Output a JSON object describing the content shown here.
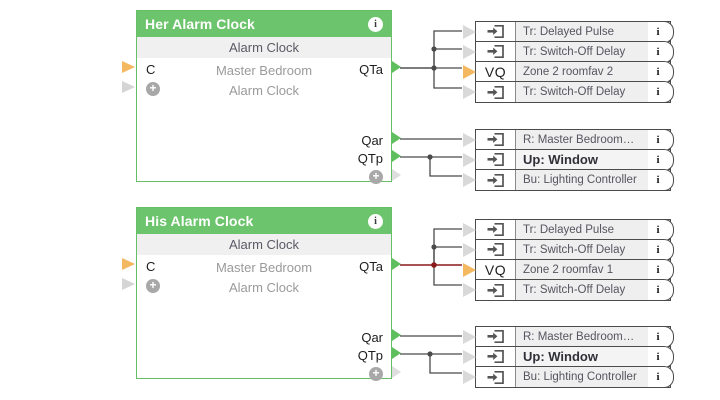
{
  "theme": {
    "header_green": "#6cc46a",
    "block_border_green": "#66c166",
    "output_green": "#5fbf5f",
    "input_orange": "#f4b860",
    "wire_gray": "#4a4a4a",
    "wire_highlight": "#8b1a1a",
    "label_gray": "#9a9a9a",
    "node_label_gray": "#55555f",
    "page_background": "#ffffff"
  },
  "blocks": [
    {
      "title": "Her Alarm Clock",
      "info_glyph": "i",
      "subtitle": "Alarm Clock",
      "desc_line1": "Master Bedroom",
      "desc_line2": "Alarm Clock",
      "input_label": "C",
      "add_glyph": "+",
      "outputs": [
        "QTa",
        "Qar",
        "QTp"
      ],
      "output_add_glyph": "+"
    },
    {
      "title": "His Alarm Clock",
      "info_glyph": "i",
      "subtitle": "Alarm Clock",
      "desc_line1": "Master Bedroom",
      "desc_line2": "Alarm Clock",
      "input_label": "C",
      "add_glyph": "+",
      "outputs": [
        "QTa",
        "Qar",
        "QTp"
      ],
      "output_add_glyph": "+"
    }
  ],
  "stacks": [
    {
      "id": "her-upper",
      "rows": [
        {
          "icon": "import-icon",
          "icon_text": "",
          "label": "Tr: Delayed Pulse",
          "bold": false,
          "stub": "gray",
          "info": "i"
        },
        {
          "icon": "import-icon",
          "icon_text": "",
          "label": "Tr: Switch-Off Delay",
          "bold": false,
          "stub": "gray",
          "info": "i"
        },
        {
          "icon": "vq-icon",
          "icon_text": "VQ",
          "label": "Zone 2 roomfav 2",
          "bold": false,
          "stub": "orange",
          "info": "i"
        },
        {
          "icon": "import-icon",
          "icon_text": "",
          "label": "Tr: Switch-Off Delay",
          "bold": false,
          "stub": "gray",
          "info": "i"
        }
      ]
    },
    {
      "id": "her-lower",
      "rows": [
        {
          "icon": "import-icon",
          "icon_text": "",
          "label": "R: Master Bedroom…",
          "bold": false,
          "stub": "gray",
          "info": "i"
        },
        {
          "icon": "import-icon",
          "icon_text": "",
          "label": "Up: Window",
          "bold": true,
          "stub": "gray",
          "info": "i"
        },
        {
          "icon": "import-icon",
          "icon_text": "",
          "label": "Bu: Lighting Controller",
          "bold": false,
          "stub": "gray",
          "info": "i"
        }
      ]
    },
    {
      "id": "his-upper",
      "rows": [
        {
          "icon": "import-icon",
          "icon_text": "",
          "label": "Tr: Delayed Pulse",
          "bold": false,
          "stub": "gray",
          "info": "i"
        },
        {
          "icon": "import-icon",
          "icon_text": "",
          "label": "Tr: Switch-Off Delay",
          "bold": false,
          "stub": "gray",
          "info": "i"
        },
        {
          "icon": "vq-icon",
          "icon_text": "VQ",
          "label": "Zone 2 roomfav 1",
          "bold": false,
          "stub": "orange",
          "info": "i"
        },
        {
          "icon": "import-icon",
          "icon_text": "",
          "label": "Tr: Switch-Off Delay",
          "bold": false,
          "stub": "gray",
          "info": "i"
        }
      ]
    },
    {
      "id": "his-lower",
      "rows": [
        {
          "icon": "import-icon",
          "icon_text": "",
          "label": "R: Master Bedroom…",
          "bold": false,
          "stub": "gray",
          "info": "i"
        },
        {
          "icon": "import-icon",
          "icon_text": "",
          "label": "Up: Window",
          "bold": true,
          "stub": "gray",
          "info": "i"
        },
        {
          "icon": "import-icon",
          "icon_text": "",
          "label": "Bu: Lighting Controller",
          "bold": false,
          "stub": "gray",
          "info": "i"
        }
      ]
    }
  ]
}
